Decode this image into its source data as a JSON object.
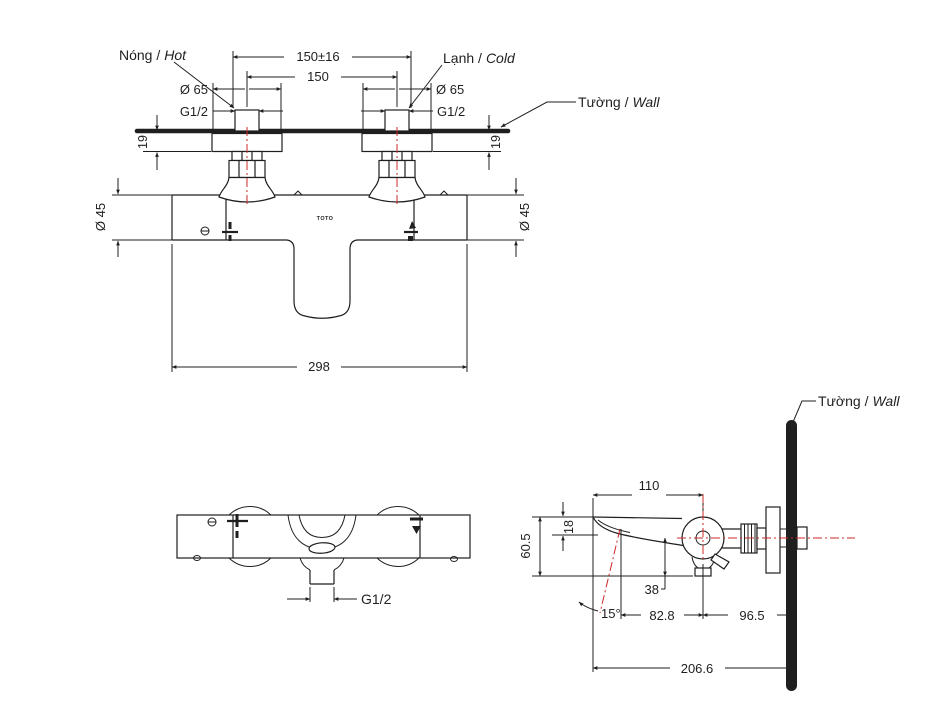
{
  "canvas": {
    "background": "#ffffff",
    "line_color": "#1f1f1f",
    "centerline_color": "#cc2a2a"
  },
  "front_view": {
    "labels": {
      "hot_vi": "Nóng /",
      "hot_en": "Hot",
      "cold_vi": "Lạnh /",
      "cold_en": "Cold",
      "wall_vi": "Tường /",
      "wall_en": "Wall"
    },
    "logo": "TOTO",
    "dims": {
      "spacing_tol": "150±16",
      "spacing": "150",
      "left_escutcheon_dia": "Ø 65",
      "right_escutcheon_dia": "Ø 65",
      "left_thread": "G1/2",
      "right_thread": "G1/2",
      "left_wall_depth": "19",
      "right_wall_depth": "19",
      "left_body_dia": "Ø 45",
      "right_body_dia": "Ø 45",
      "overall_width": "298"
    }
  },
  "top_view": {
    "dims": {
      "outlet_thread": "G1/2"
    }
  },
  "side_view": {
    "labels": {
      "wall_vi": "Tường /",
      "wall_en": "Wall"
    },
    "dims": {
      "spout_reach": "110",
      "spout_height": "18",
      "height_drop": "60.5",
      "outlet_drop": "38",
      "spout_angle": "15°",
      "spout_to_center": "82.8",
      "center_to_wall": "96.5",
      "overall_depth": "206.6"
    }
  }
}
